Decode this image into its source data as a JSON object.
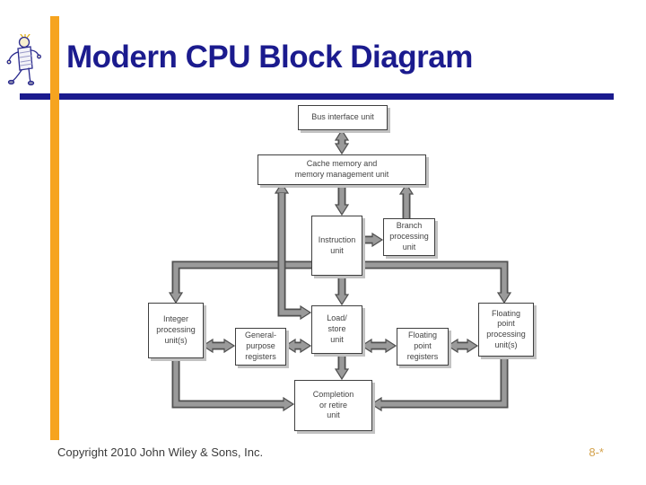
{
  "slide": {
    "title": "Modern CPU Block Diagram",
    "footer": {
      "copyright": "Copyright 2010 John Wiley & Sons, Inc.",
      "page_number": "8-*"
    }
  },
  "colors": {
    "title_navy": "#1b1b8e",
    "accent_orange": "#f6a41f",
    "arrow_fill_gray": "#9a9a9a",
    "arrow_outline_gray": "#4f4f4f",
    "box_border": "#3f3f3f",
    "box_shadow": "#c2c2c2",
    "page_number_gold": "#d4a24c"
  },
  "diagram": {
    "nodes": [
      {
        "id": "bus-interface-unit",
        "label": "Bus interface unit"
      },
      {
        "id": "cache-mmu",
        "label": "Cache memory and\nmemory management unit"
      },
      {
        "id": "instruction-unit",
        "label": "Instruction\nunit"
      },
      {
        "id": "branch-processing-unit",
        "label": "Branch\nprocessing\nunit"
      },
      {
        "id": "integer-processing-units",
        "label": "Integer\nprocessing\nunit(s)"
      },
      {
        "id": "general-purpose-registers",
        "label": "General-\npurpose\nregisters"
      },
      {
        "id": "load-store-unit",
        "label": "Load/\nstore\nunit"
      },
      {
        "id": "floating-point-registers",
        "label": "Floating\npoint\nregisters"
      },
      {
        "id": "floating-point-processing-units",
        "label": "Floating\npoint\nprocessing\nunit(s)"
      },
      {
        "id": "completion-retire-unit",
        "label": "Completion\nor retire\nunit"
      }
    ],
    "connections": [
      {
        "from": "bus-interface-unit",
        "to": "cache-mmu",
        "type": "bidirectional"
      },
      {
        "from": "cache-mmu",
        "to": "instruction-unit",
        "type": "directed"
      },
      {
        "from": "branch-processing-unit",
        "to": "cache-mmu",
        "type": "directed"
      },
      {
        "from": "instruction-unit",
        "to": "branch-processing-unit",
        "type": "directed"
      },
      {
        "from": "instruction-unit",
        "to": "integer-processing-units",
        "type": "directed"
      },
      {
        "from": "instruction-unit",
        "to": "floating-point-processing-units",
        "type": "directed"
      },
      {
        "from": "cache-mmu",
        "to": "load-store-unit",
        "type": "bidirectional"
      },
      {
        "from": "instruction-unit",
        "to": "load-store-unit",
        "type": "directed"
      },
      {
        "from": "integer-processing-units",
        "to": "general-purpose-registers",
        "type": "bidirectional"
      },
      {
        "from": "general-purpose-registers",
        "to": "load-store-unit",
        "type": "bidirectional"
      },
      {
        "from": "load-store-unit",
        "to": "floating-point-registers",
        "type": "bidirectional"
      },
      {
        "from": "floating-point-registers",
        "to": "floating-point-processing-units",
        "type": "bidirectional"
      },
      {
        "from": "load-store-unit",
        "to": "completion-retire-unit",
        "type": "directed"
      },
      {
        "from": "integer-processing-units",
        "to": "completion-retire-unit",
        "type": "directed"
      },
      {
        "from": "floating-point-processing-units",
        "to": "completion-retire-unit",
        "type": "directed"
      }
    ]
  }
}
